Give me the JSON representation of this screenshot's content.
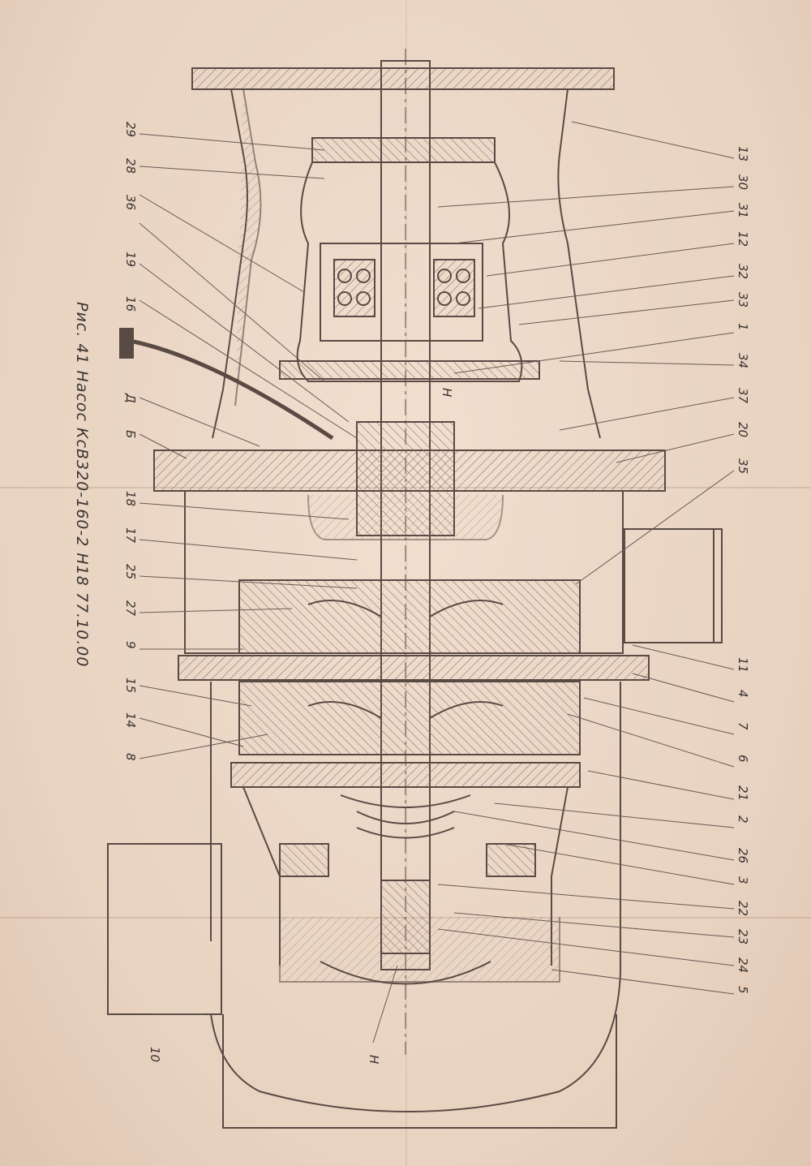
{
  "caption": "Рис. 41 Насос КсВ320-160-2 Н18 77.10.00",
  "labels_left": [
    "29",
    "28",
    "36",
    "19",
    "16",
    "Д",
    "Б",
    "18",
    "17",
    "25",
    "27",
    "9",
    "15",
    "14",
    "8"
  ],
  "labels_right": [
    "13",
    "30",
    "31",
    "12",
    "32",
    "33",
    "1",
    "34",
    "37",
    "20",
    "35",
    "11",
    "4",
    "7",
    "6",
    "21",
    "2",
    "26",
    "3",
    "22",
    "23",
    "24",
    "5"
  ],
  "label_bottom": "10",
  "section_marks": [
    "Н",
    "Н"
  ],
  "colors": {
    "paper": "#ecd8c7",
    "ink": "#5a4a44",
    "hatch": "#8a7770",
    "label": "#3b3330"
  }
}
